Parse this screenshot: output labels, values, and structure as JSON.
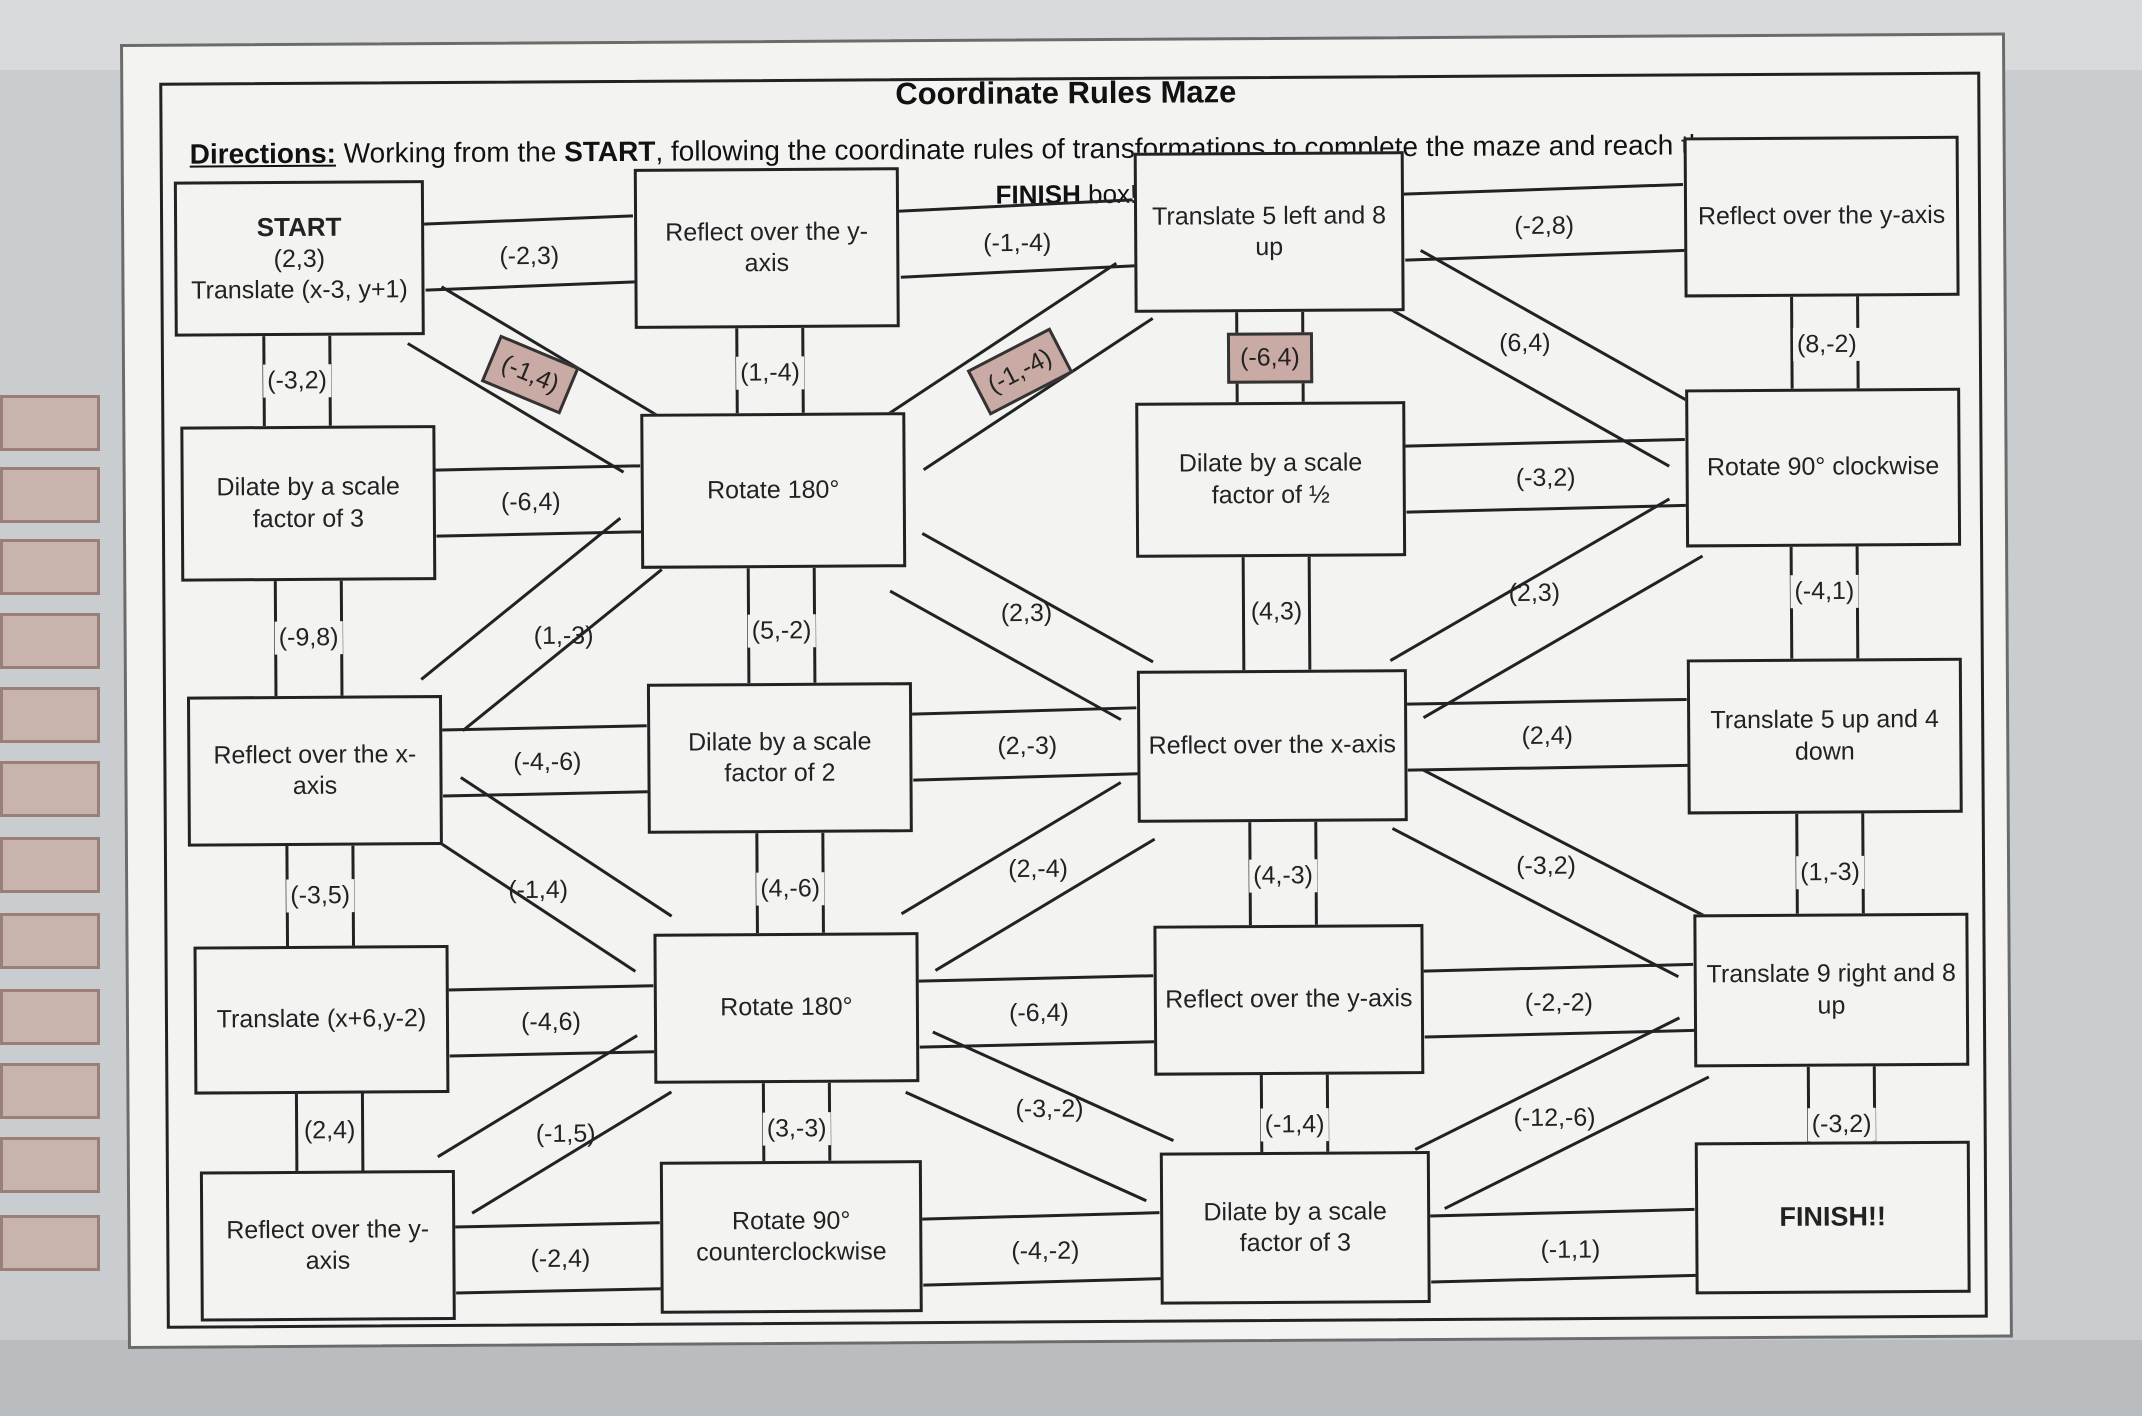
{
  "title": "Coordinate Rules Maze",
  "directions": {
    "label": "Directions:",
    "text_a": " Working from the ",
    "start_word": "START",
    "text_b": ", following the coordinate rules of transformations to complete the maze and reach the",
    "finish_word": "FINISH",
    "finish_tail": " box!"
  },
  "boxes": {
    "start_label": "START",
    "start_point": "(2,3)",
    "start_rule": "Translate (x-3, y+1)",
    "r1c2": "Reflect over the y-axis",
    "r1c3": "Translate 5 left and 8 up",
    "r1c4": "Reflect over the y-axis",
    "r2c1": "Dilate by a scale factor of 3",
    "r2c2": "Rotate 180°",
    "r2c3": "Dilate by a scale factor of ½",
    "r2c4": "Rotate 90° clockwise",
    "r3c1": "Reflect over the x-axis",
    "r3c2": "Dilate by a scale factor of 2",
    "r3c3": "Reflect over the x-axis",
    "r3c4": "Translate 5 up and 4 down",
    "r4c1": "Translate (x+6,y-2)",
    "r4c2": "Rotate 180°",
    "r4c3": "Reflect over the y-axis",
    "r4c4": "Translate 9 right and 8 up",
    "r5c1": "Reflect over the y-axis",
    "r5c2": "Rotate 90° counterclockwise",
    "r5c3": "Dilate by a scale factor of 3",
    "r5c4": "FINISH!!"
  },
  "points": {
    "p_start_r1c2": "(-2,3)",
    "p_r1c2_r1c3": "(-1,-4)",
    "p_r1c3_r1c4": "(-2,8)",
    "p_start_r2c1": "(-3,2)",
    "p_start_r2c2": "(-1,4)",
    "p_r1c2_r2c2": "(1,-4)",
    "p_r2c2_r1c3": "(-1,-4)",
    "p_r1c3_r2c3": "(-6,4)",
    "p_r1c3_r2c4": "(6,4)",
    "p_r1c4_r2c4": "(8,-2)",
    "p_r2c1_r2c2": "(-6,4)",
    "p_r2c3_r2c4": "(-3,2)",
    "p_r2c1_r3c1": "(-9,8)",
    "p_r2c2_r3c1": "(1,-3)",
    "p_r2c2_r3c2": "(5,-2)",
    "p_r2c2_r3c3": "(2,3)",
    "p_r2c3_r3c3": "(4,3)",
    "p_r2c4_r3c3": "(2,3)",
    "p_r2c4_r3c4": "(-4,1)",
    "p_r3c1_r3c2": "(-4,-6)",
    "p_r3c2_r3c3": "(2,-3)",
    "p_r3c3_r3c4": "(2,4)",
    "p_r3c1_r4c1": "(-3,5)",
    "p_r3c1_r4c2": "(-1,4)",
    "p_r3c2_r4c2": "(4,-6)",
    "p_r4c2_r3c3": "(2,-4)",
    "p_r3c3_r4c3": "(4,-3)",
    "p_r3c3_r4c4": "(-3,2)",
    "p_r3c4_r4c4": "(1,-3)",
    "p_r4c1_r4c2": "(-4,6)",
    "p_r4c2_r4c3": "(-6,4)",
    "p_r4c3_r4c4": "(-2,-2)",
    "p_r4c1_r5c1": "(2,4)",
    "p_r4c2_r5c1": "(-1,5)",
    "p_r4c2_r5c2": "(3,-3)",
    "p_r4c2_r5c3": "(-3,-2)",
    "p_r4c3_r5c3": "(-1,4)",
    "p_r5c3_r4c4": "(-12,-6)",
    "p_r4c4_r5c4": "(-3,2)",
    "p_r5c1_r5c2": "(-2,4)",
    "p_r5c2_r5c3": "(-4,-2)",
    "p_r5c3_r5c4": "(-1,1)"
  },
  "highlighted_paths": [
    "p_start_r2c2",
    "p_r2c2_r1c3",
    "p_r1c3_r2c3"
  ],
  "colors": {
    "highlight": "#c9aaa4",
    "line": "#222222",
    "paper": "#f3f4f2"
  }
}
